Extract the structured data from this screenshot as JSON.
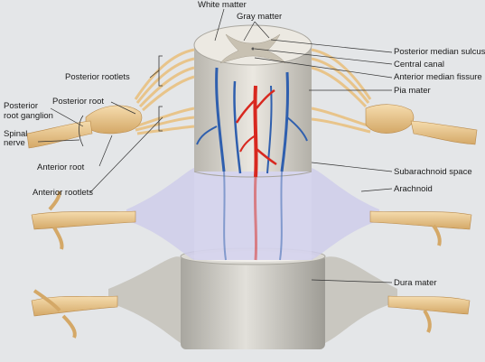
{
  "labels": {
    "white_matter": "White matter",
    "gray_matter": "Gray matter",
    "posterior_rootlets": "Posterior rootlets",
    "posterior_root": "Posterior root",
    "posterior_root_ganglion_line1": "Posterior",
    "posterior_root_ganglion_line2": "root ganglion",
    "spinal_nerve_line1": "Spinal",
    "spinal_nerve_line2": "nerve",
    "anterior_root": "Anterior root",
    "anterior_rootlets": "Anterior rootlets",
    "posterior_median_sulcus": "Posterior median sulcus",
    "central_canal": "Central canal",
    "anterior_median_fissure": "Anterior median fissure",
    "pia_mater": "Pia mater",
    "subarachnoid_space": "Subarachnoid space",
    "arachnoid": "Arachnoid",
    "dura_mater": "Dura mater"
  },
  "colors": {
    "background": "#e4e6e8",
    "nerve": "#e8c48a",
    "nerve_outline": "#b8894a",
    "cord": "#d9d6cf",
    "gray_matter": "#c9c3b6",
    "artery": "#d8281f",
    "vein": "#2f5fae",
    "arachnoid": "#c8c6e6",
    "dura": "#bdbbb3",
    "leader": "#333333"
  }
}
